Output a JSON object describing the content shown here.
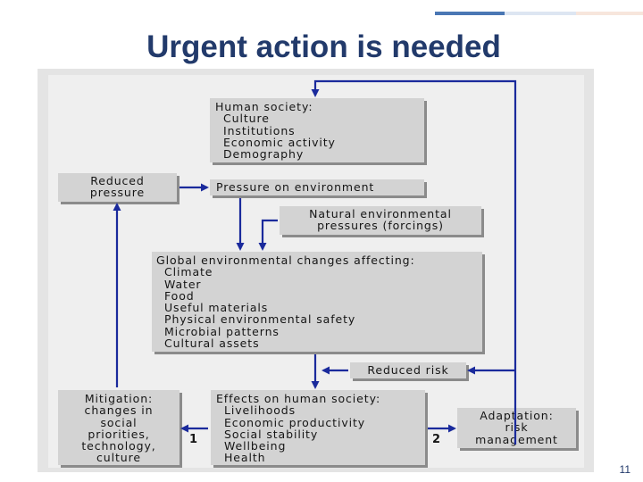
{
  "slide": {
    "title": "Urgent action is needed",
    "page_number": "11"
  },
  "diagram": {
    "human_society": {
      "heading": "Human society:",
      "items": [
        "Culture",
        "Institutions",
        "Economic activity",
        "Demography"
      ]
    },
    "reduced_pressure": [
      "Reduced",
      "pressure"
    ],
    "pressure_on_environment": "Pressure on environment",
    "natural_pressures": [
      "Natural environmental",
      "pressures (forcings)"
    ],
    "global_changes": {
      "heading": "Global environmental changes affecting:",
      "items": [
        "Climate",
        "Water",
        "Food",
        "Useful materials",
        "Physical environmental safety",
        "Microbial patterns",
        "Cultural assets"
      ]
    },
    "reduced_risk": "Reduced risk",
    "mitigation": [
      "Mitigation:",
      "changes in",
      "social",
      "priorities,",
      "technology,",
      "culture"
    ],
    "effects": {
      "heading": "Effects on human society:",
      "items": [
        "Livelihoods",
        "Economic productivity",
        "Social stability",
        "Wellbeing",
        "Health"
      ]
    },
    "adaptation": [
      "Adaptation:",
      "risk",
      "management"
    ],
    "labels": {
      "path_1": "1",
      "path_2": "2"
    },
    "colors": {
      "arrow": "#1a2a9c",
      "box": "#d3d3d3",
      "shadow": "#8b8b8b"
    }
  }
}
